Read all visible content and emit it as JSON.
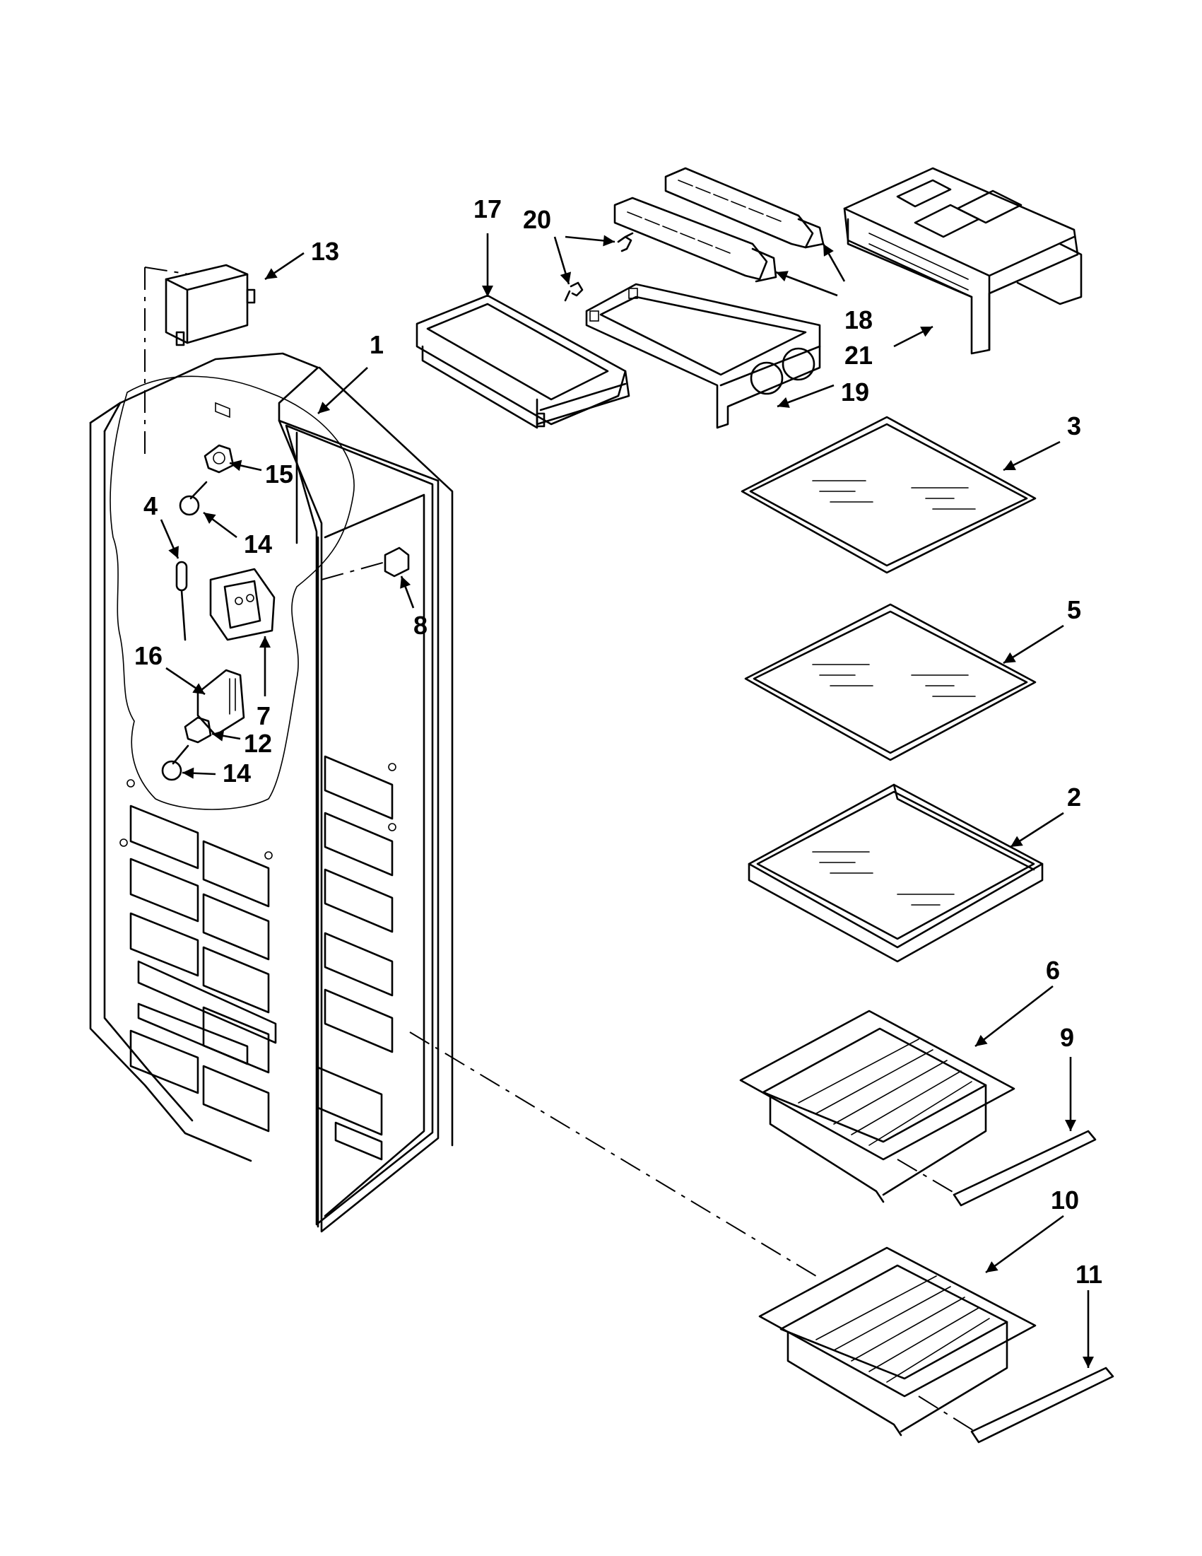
{
  "labels": {
    "p1": "1",
    "p2": "2",
    "p3": "3",
    "p4": "4",
    "p5": "5",
    "p6": "6",
    "p7": "7",
    "p8": "8",
    "p9": "9",
    "p10": "10",
    "p11": "11",
    "p12": "12",
    "p13": "13",
    "p14a": "14",
    "p14b": "14",
    "p15": "15",
    "p16": "16",
    "p17": "17",
    "p18": "18",
    "p19": "19",
    "p20": "20",
    "p21": "21"
  }
}
